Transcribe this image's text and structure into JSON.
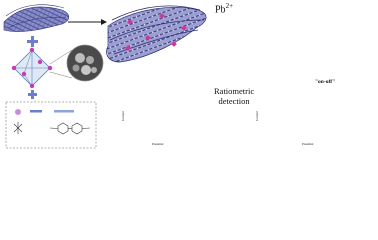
{
  "labels": {
    "lead_ion": "Pb",
    "lead_charge": "2+",
    "ratiometric_line1": "Ratiometric",
    "ratiometric_line2": "detection",
    "on_off": "\"on-off\""
  },
  "plots": {
    "left": {
      "ylabel": "Current",
      "xlabel": "Potential"
    },
    "right": {
      "ylabel": "Current",
      "xlabel": "Potential"
    }
  },
  "colors": {
    "fabric": "#5b5fa8",
    "fabric_dark": "#2e3070",
    "particle": "#c62a3a",
    "arrow": "#1a1a1a",
    "box_border": "#9a9a9a",
    "peak_red": "#e0453a",
    "octahedron": "#7aa7d6"
  }
}
